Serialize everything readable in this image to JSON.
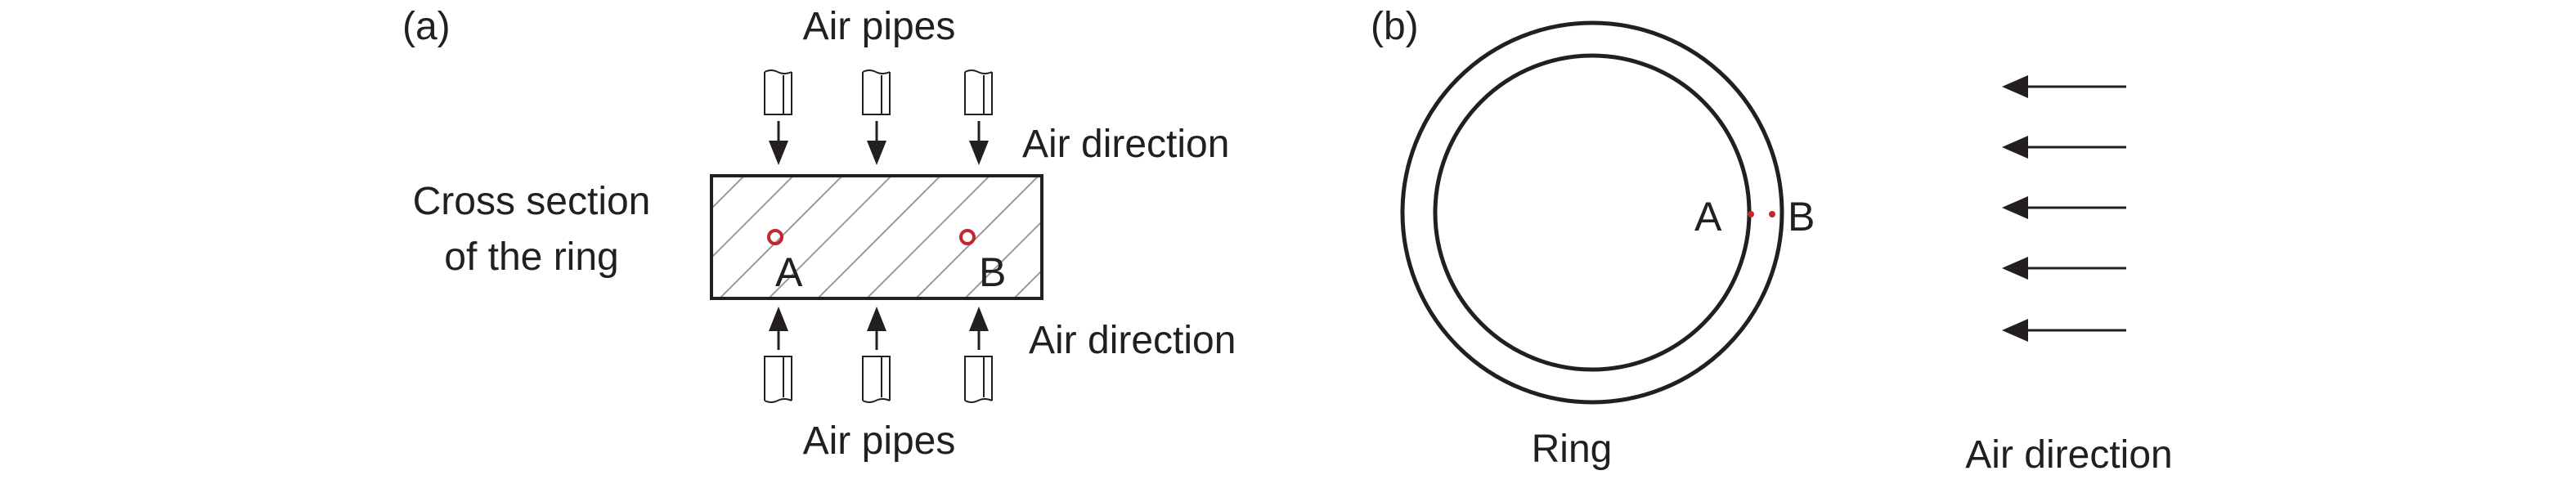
{
  "panel_a": {
    "label": "(a)",
    "air_pipes_top": "Air pipes",
    "air_pipes_bottom": "Air pipes",
    "air_direction_top": "Air direction",
    "air_direction_bottom": "Air direction",
    "cross_section_line1": "Cross section",
    "cross_section_line2": "of the ring",
    "point_a": "A",
    "point_b": "B"
  },
  "panel_b": {
    "label": "(b)",
    "point_a": "A",
    "point_b": "B",
    "ring_label": "Ring",
    "air_direction": "Air direction"
  },
  "colors": {
    "line": "#231f20",
    "marker": "#c1272d",
    "hatch": "#9a9a9a"
  }
}
